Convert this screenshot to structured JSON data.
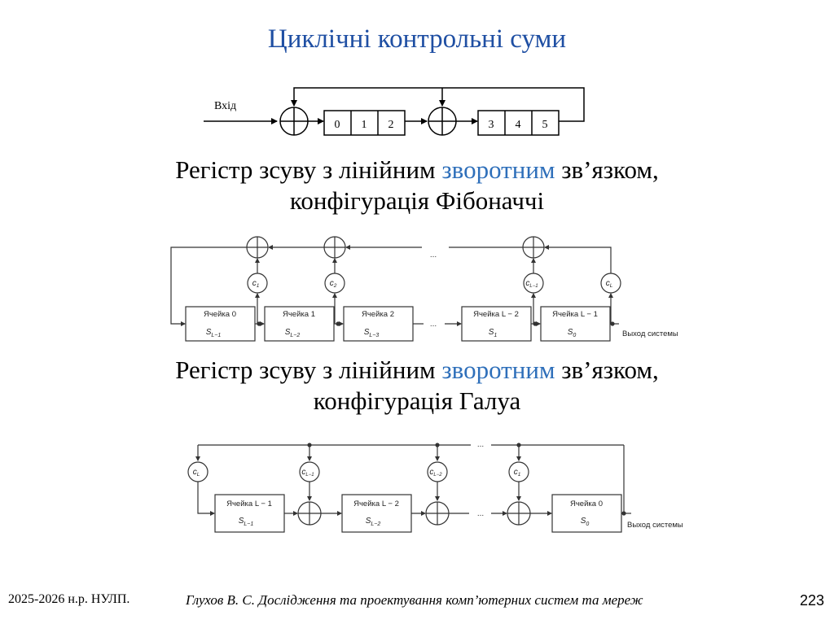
{
  "slide": {
    "title": "Циклічні контрольні суми",
    "caption1_line1_a": "Регістр зсуву з лінійним ",
    "caption1_line1_hl": "зворотним",
    "caption1_line1_b": " зв’язком,",
    "caption1_line2": "конфігурація Фібоначчі",
    "caption2_line1_a": "Регістр зсуву з лінійним ",
    "caption2_line1_hl": "зворотним",
    "caption2_line1_b": " зв’язком,",
    "caption2_line2": "конфігурація Галуа"
  },
  "diagram1": {
    "input_label": "Вхід",
    "cells": [
      "0",
      "1",
      "2",
      "3",
      "4",
      "5"
    ]
  },
  "fibonacci": {
    "cell_names": [
      "Ячейка 0",
      "Ячейка 1",
      "Ячейка 2",
      "Ячейка L − 2",
      "Ячейка L − 1"
    ],
    "cell_states": [
      "S",
      "S",
      "S",
      "S",
      "S"
    ],
    "cell_state_subs": [
      "L−1",
      "L−2",
      "L−3",
      "1",
      "0"
    ],
    "coef_letters": [
      "c",
      "c",
      "c",
      "c"
    ],
    "coef_subs": [
      "1",
      "2",
      "L−1",
      "L"
    ],
    "ellipsis": "...",
    "output_label": "Выход системы"
  },
  "galois": {
    "cell_names": [
      "Ячейка L − 1",
      "Ячейка L − 2",
      "Ячейка 0"
    ],
    "cell_states": [
      "S",
      "S",
      "S"
    ],
    "cell_state_subs": [
      "L−1",
      "L−2",
      "0"
    ],
    "coef_letters": [
      "c",
      "c",
      "c",
      "c"
    ],
    "coef_subs": [
      "L",
      "L−1",
      "L−2",
      "1"
    ],
    "ellipsis": "...",
    "output_label": "Выход системы"
  },
  "footer": {
    "left": "2025-2026 н.р. НУЛП.",
    "center": "Глухов В. С. Дослідження та проектування комп’ютерних систем та мереж",
    "page": "223"
  }
}
